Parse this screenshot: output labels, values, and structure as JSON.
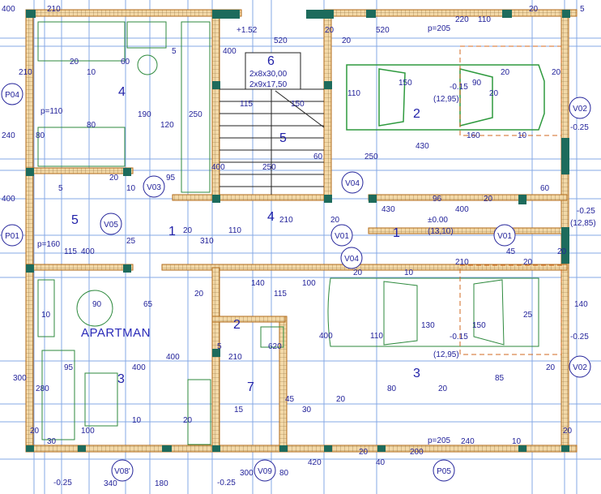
{
  "plan": {
    "title": "APARTMAN",
    "rooms": {
      "r4_bedroom": "4",
      "r5_bath": "5",
      "r3_living": "3",
      "r1_hall": "1",
      "r2_kitchen": "2",
      "r7_wc": "7",
      "r6_stair": "6",
      "r5_stair": "5",
      "r4_stair_hall": "4",
      "g2": "2",
      "g3": "3",
      "g1": "1"
    },
    "stair_spec": [
      "2x8x30,00",
      "2x9x17,50"
    ],
    "levels": {
      "stair_top": "+1.52",
      "garage2": "-0.15",
      "garage2_abs": "(12,95)",
      "garage3": "-0.15",
      "garage3_abs": "(12,95)",
      "hall": "±0.00",
      "hall_abs": "(13,10)",
      "right_out": "-0.25",
      "right_out_abs": "(12,85)",
      "right_top": "-0.25",
      "right_bottom": "-0.25",
      "bottom_left": "-0.25",
      "bottom_mid": "-0.25"
    },
    "openings": [
      "P04",
      "P01",
      "V03",
      "V05",
      "V04",
      "V01",
      "V02",
      "V02",
      "V08'",
      "V09",
      "P05",
      "V01",
      "V04"
    ],
    "parapet": [
      "p=205",
      "p=205",
      "p=110",
      "p=160"
    ],
    "dims": [
      "400",
      "20",
      "5",
      "20",
      "96",
      "20",
      "20",
      "20",
      "45",
      "150",
      "45",
      "20",
      "190",
      "140",
      "20",
      "160",
      "140",
      "340",
      "400",
      "400",
      "220",
      "60",
      "95",
      "5",
      "210",
      "80",
      "20",
      "115",
      "10",
      "115",
      "20",
      "240",
      "240",
      "90",
      "300",
      "60",
      "130",
      "20",
      "5",
      "400",
      "520",
      "430",
      "85",
      "210",
      "25",
      "15",
      "110",
      "210",
      "20",
      "80",
      "20",
      "420",
      "430",
      "25",
      "210",
      "95",
      "620",
      "520",
      "20",
      "300",
      "60",
      "110",
      "20",
      "90",
      "20",
      "100",
      "250",
      "100",
      "200",
      "10",
      "10",
      "180",
      "250",
      "110",
      "110",
      "400",
      "400",
      "400",
      "20",
      "20",
      "20",
      "400",
      "20",
      "150",
      "10",
      "10",
      "80",
      "65",
      "80",
      "250",
      "150",
      "5",
      "10",
      "210",
      "20",
      "400",
      "280",
      "10",
      "310",
      "30",
      "20",
      "20",
      "30",
      "120",
      "115",
      "40"
    ]
  }
}
